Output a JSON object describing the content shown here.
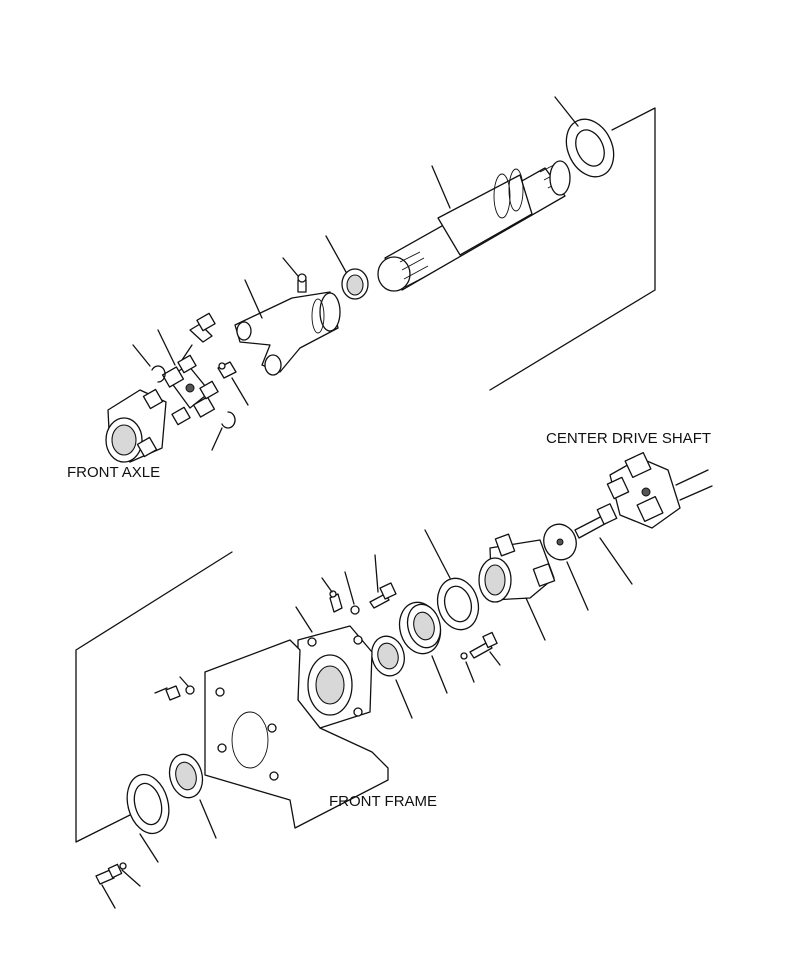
{
  "labels": {
    "front_axle": "FRONT AXLE",
    "center_drive_shaft": "CENTER DRIVE SHAFT",
    "front_frame": "FRONT FRAME"
  }
}
